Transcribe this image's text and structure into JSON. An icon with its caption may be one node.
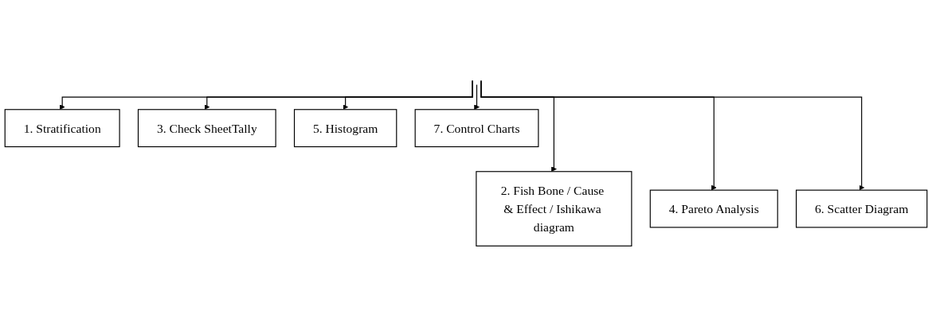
{
  "diagram": {
    "nodes": [
      {
        "text": [
          "1. Stratification"
        ]
      },
      {
        "text": [
          "2. Fish Bone / Cause & Effect / Ishikawa diagram"
        ]
      },
      {
        "text": [
          "3. Check SheetTally"
        ]
      },
      {
        "text": [
          "4. Pareto Analysis"
        ]
      },
      {
        "text": [
          "5. Histogram"
        ]
      },
      {
        "text": [
          "6. Scatter Diagram"
        ]
      },
      {
        "text": [
          "7. Control Charts"
        ]
      }
    ],
    "edges": [
      {
        "from": null,
        "to": 0,
        "arrow": "to"
      },
      {
        "from": null,
        "to": 1,
        "arrow": "to"
      },
      {
        "from": null,
        "to": 2,
        "arrow": "to"
      },
      {
        "from": null,
        "to": 3,
        "arrow": "to"
      },
      {
        "from": null,
        "to": 4,
        "arrow": "to"
      },
      {
        "from": null,
        "to": 5,
        "arrow": "to"
      },
      {
        "from": null,
        "to": 6,
        "arrow": "to"
      }
    ]
  }
}
